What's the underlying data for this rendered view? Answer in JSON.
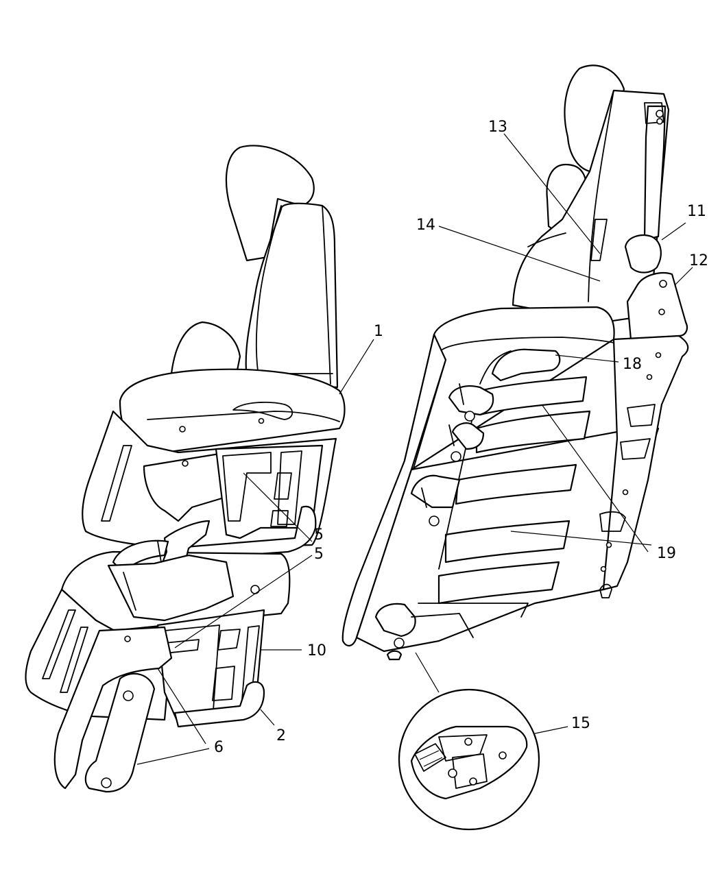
{
  "callouts": {
    "c1": "1",
    "c2": "2",
    "c5a": "5",
    "c5b": "5",
    "c6a": "6",
    "c6b": "6",
    "c10": "10",
    "c11": "11",
    "c12": "12",
    "c13": "13",
    "c14": "14",
    "c15": "15",
    "c18": "18",
    "c19a": "19",
    "c19b": "19"
  }
}
